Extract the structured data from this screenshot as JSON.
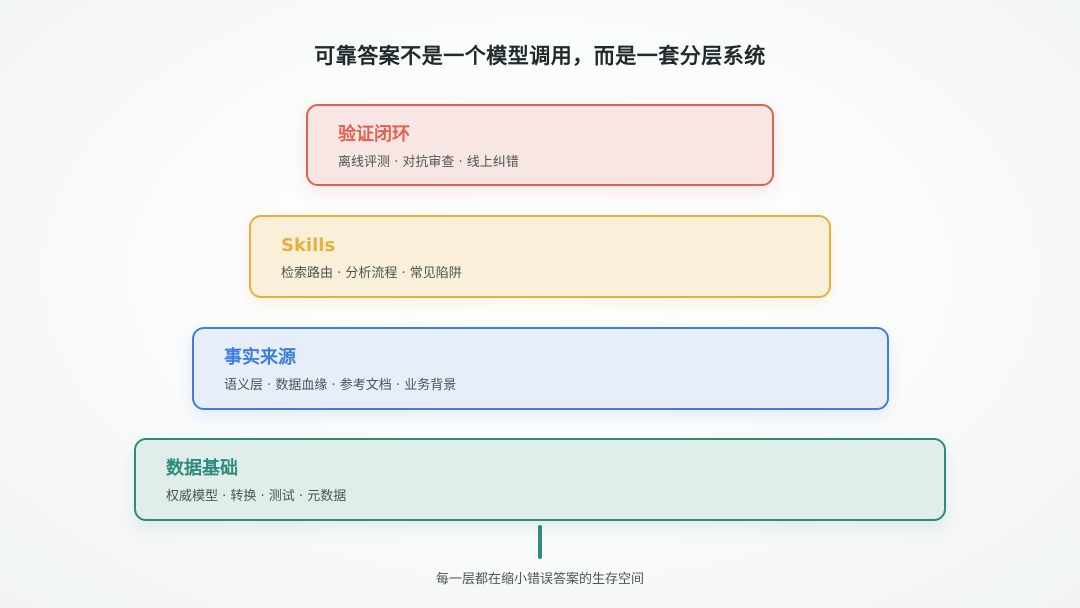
{
  "title": "可靠答案不是一个模型调用，而是一套分层系统",
  "layers": [
    {
      "name": "验证闭环",
      "items": "离线评测 · 对抗审查 · 线上纠错",
      "color": "#e0614f",
      "fill": "#f8e6e4"
    },
    {
      "name": "Skills",
      "items": "检索路由 · 分析流程 · 常见陷阱",
      "color": "#e5b03e",
      "fill": "#faefd9"
    },
    {
      "name": "事实来源",
      "items": "语义层 · 数据血缘 · 参考文档 · 业务背景",
      "color": "#3f7fdc",
      "fill": "#e7eef9"
    },
    {
      "name": "数据基础",
      "items": "权威模型 · 转换 · 测试 · 元数据",
      "color": "#2e8c7c",
      "fill": "#e0ede9"
    }
  ],
  "footnote": "每一层都在缩小错误答案的生存空间"
}
